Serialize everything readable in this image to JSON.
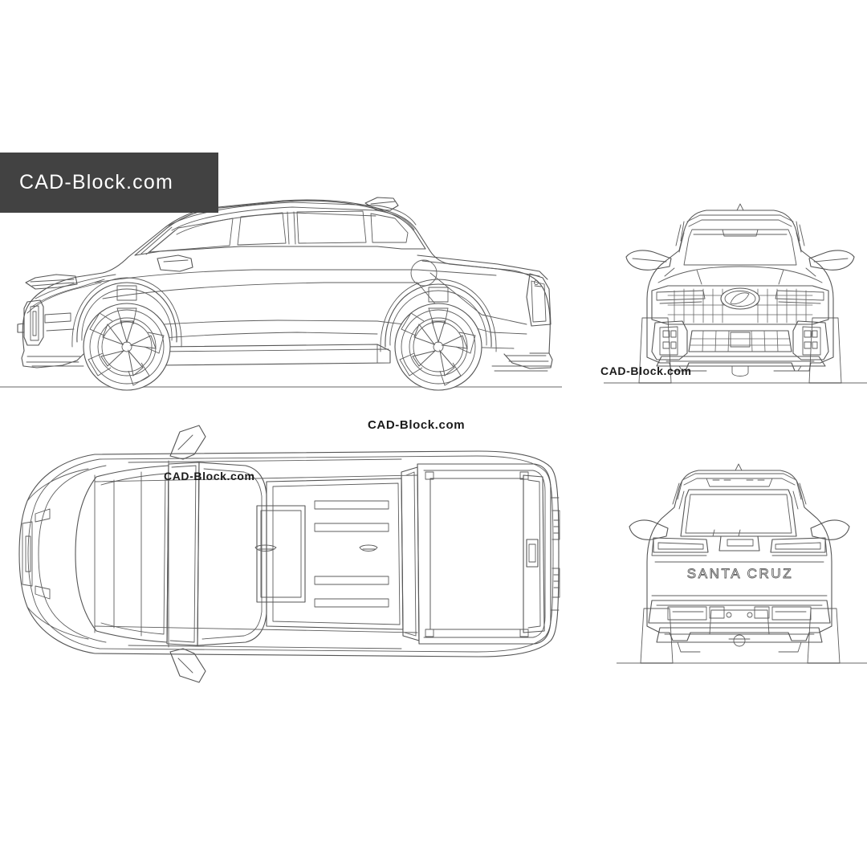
{
  "document": {
    "type": "cad-blueprint",
    "subject": "Hyundai Santa Cruz pickup truck",
    "background_color": "#ffffff",
    "line_color": "#555555",
    "ground_line_color": "#9a9a9a"
  },
  "brand_badge": {
    "label": "CAD-Block.com",
    "background_color": "#424242",
    "text_color": "#ffffff"
  },
  "watermarks": {
    "top_view": "CAD-Block.com",
    "center": "CAD-Block.com",
    "front_view": "CAD-Block.com"
  },
  "views": [
    {
      "id": "side-view",
      "name": "Side elevation (left profile)",
      "badges": []
    },
    {
      "id": "front-view",
      "name": "Front elevation",
      "badges": [
        "hyundai-logo"
      ]
    },
    {
      "id": "top-view",
      "name": "Top plan view",
      "badges": []
    },
    {
      "id": "rear-view",
      "name": "Rear elevation",
      "badges": [
        "SANTA CRUZ"
      ]
    }
  ],
  "vehicle_badging": {
    "rear_model_name": "SANTA CRUZ",
    "front_emblem": "hyundai-logo"
  }
}
